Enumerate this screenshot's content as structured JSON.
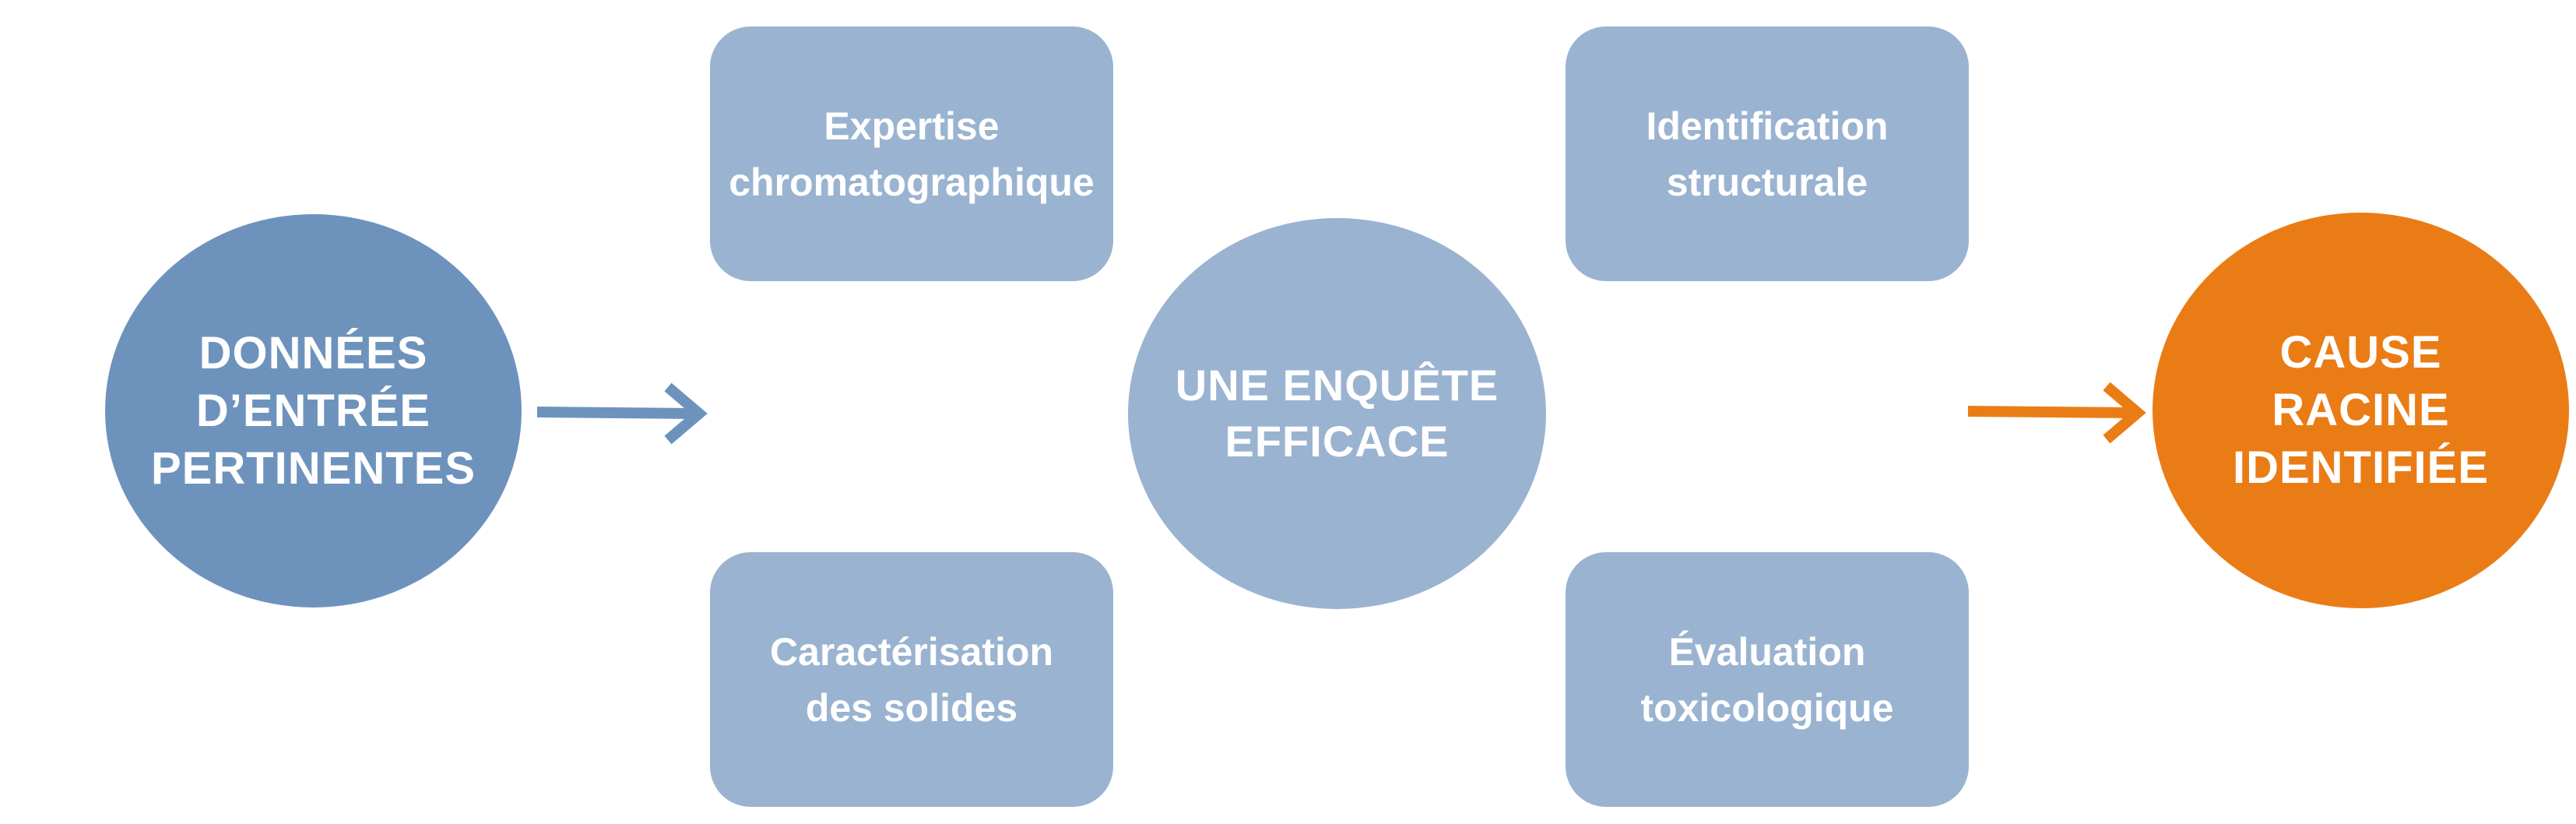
{
  "colors": {
    "input_node": "#6d93bd",
    "middle_node": "#9ab3d1",
    "output_node": "#ea7c16",
    "arrow_blue": "#6d93bd",
    "arrow_orange": "#ea7c16",
    "text": "#ffffff"
  },
  "nodes": {
    "input": {
      "label": "DONNÉES\nD’ENTRÉE\nPERTINENTES"
    },
    "chromatography": {
      "label": "Expertise\nchromatographique"
    },
    "solids": {
      "label": "Caractérisation\ndes solides"
    },
    "center": {
      "label": "UNE ENQUÊTE\nEFFICACE"
    },
    "structural": {
      "label": "Identification\nstructurale"
    },
    "toxicology": {
      "label": "Évaluation\ntoxicologique"
    },
    "output": {
      "label": "CAUSE\nRACINE\nIDENTIFIÉE"
    }
  }
}
